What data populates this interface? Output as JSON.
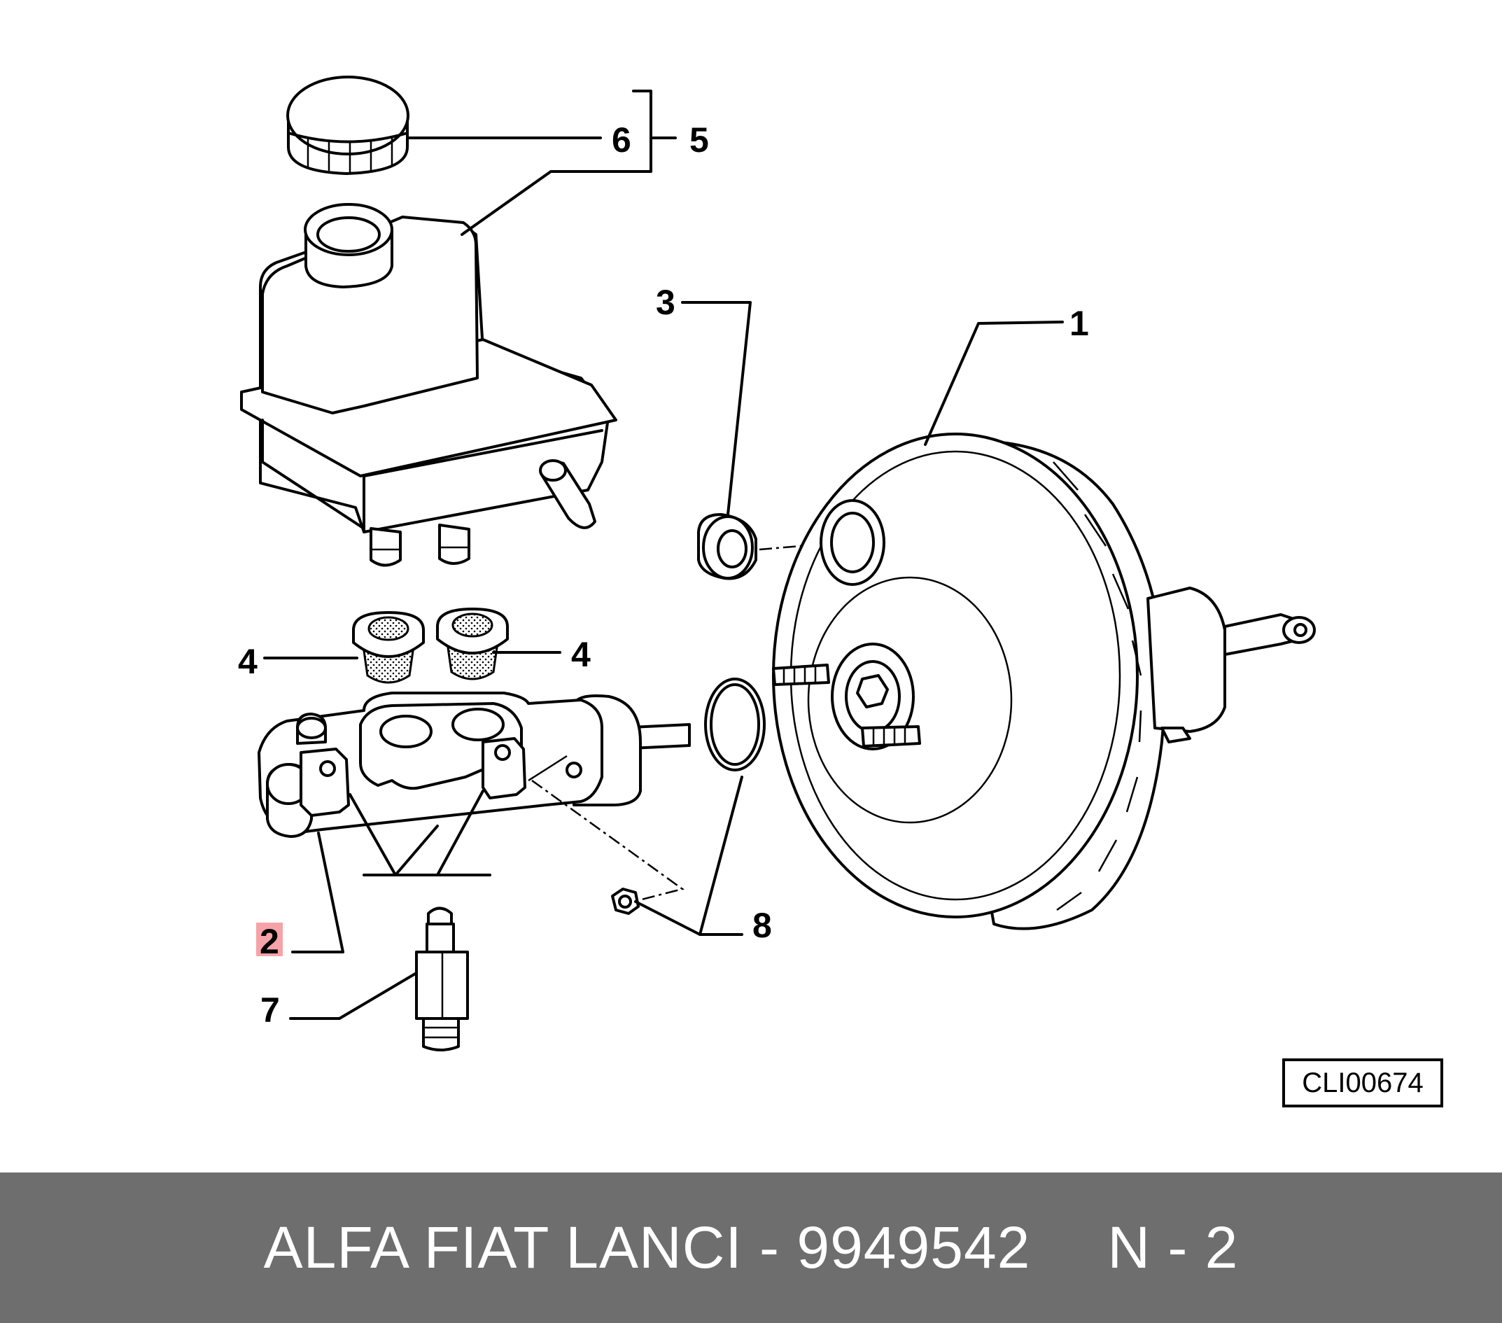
{
  "diagram": {
    "callouts": {
      "c1": "1",
      "c2": "2",
      "c3": "3",
      "c4a": "4",
      "c4b": "4",
      "c5": "5",
      "c6": "6",
      "c7": "7",
      "c8": "8"
    },
    "highlighted_callout": "2",
    "highlight_color": "#f5a3a8",
    "reference_code": "CLI00674"
  },
  "footer": {
    "part_text": "ALFA FIAT LANCI - 9949542",
    "position_text": "N - 2",
    "background": "#6e6e6e"
  }
}
